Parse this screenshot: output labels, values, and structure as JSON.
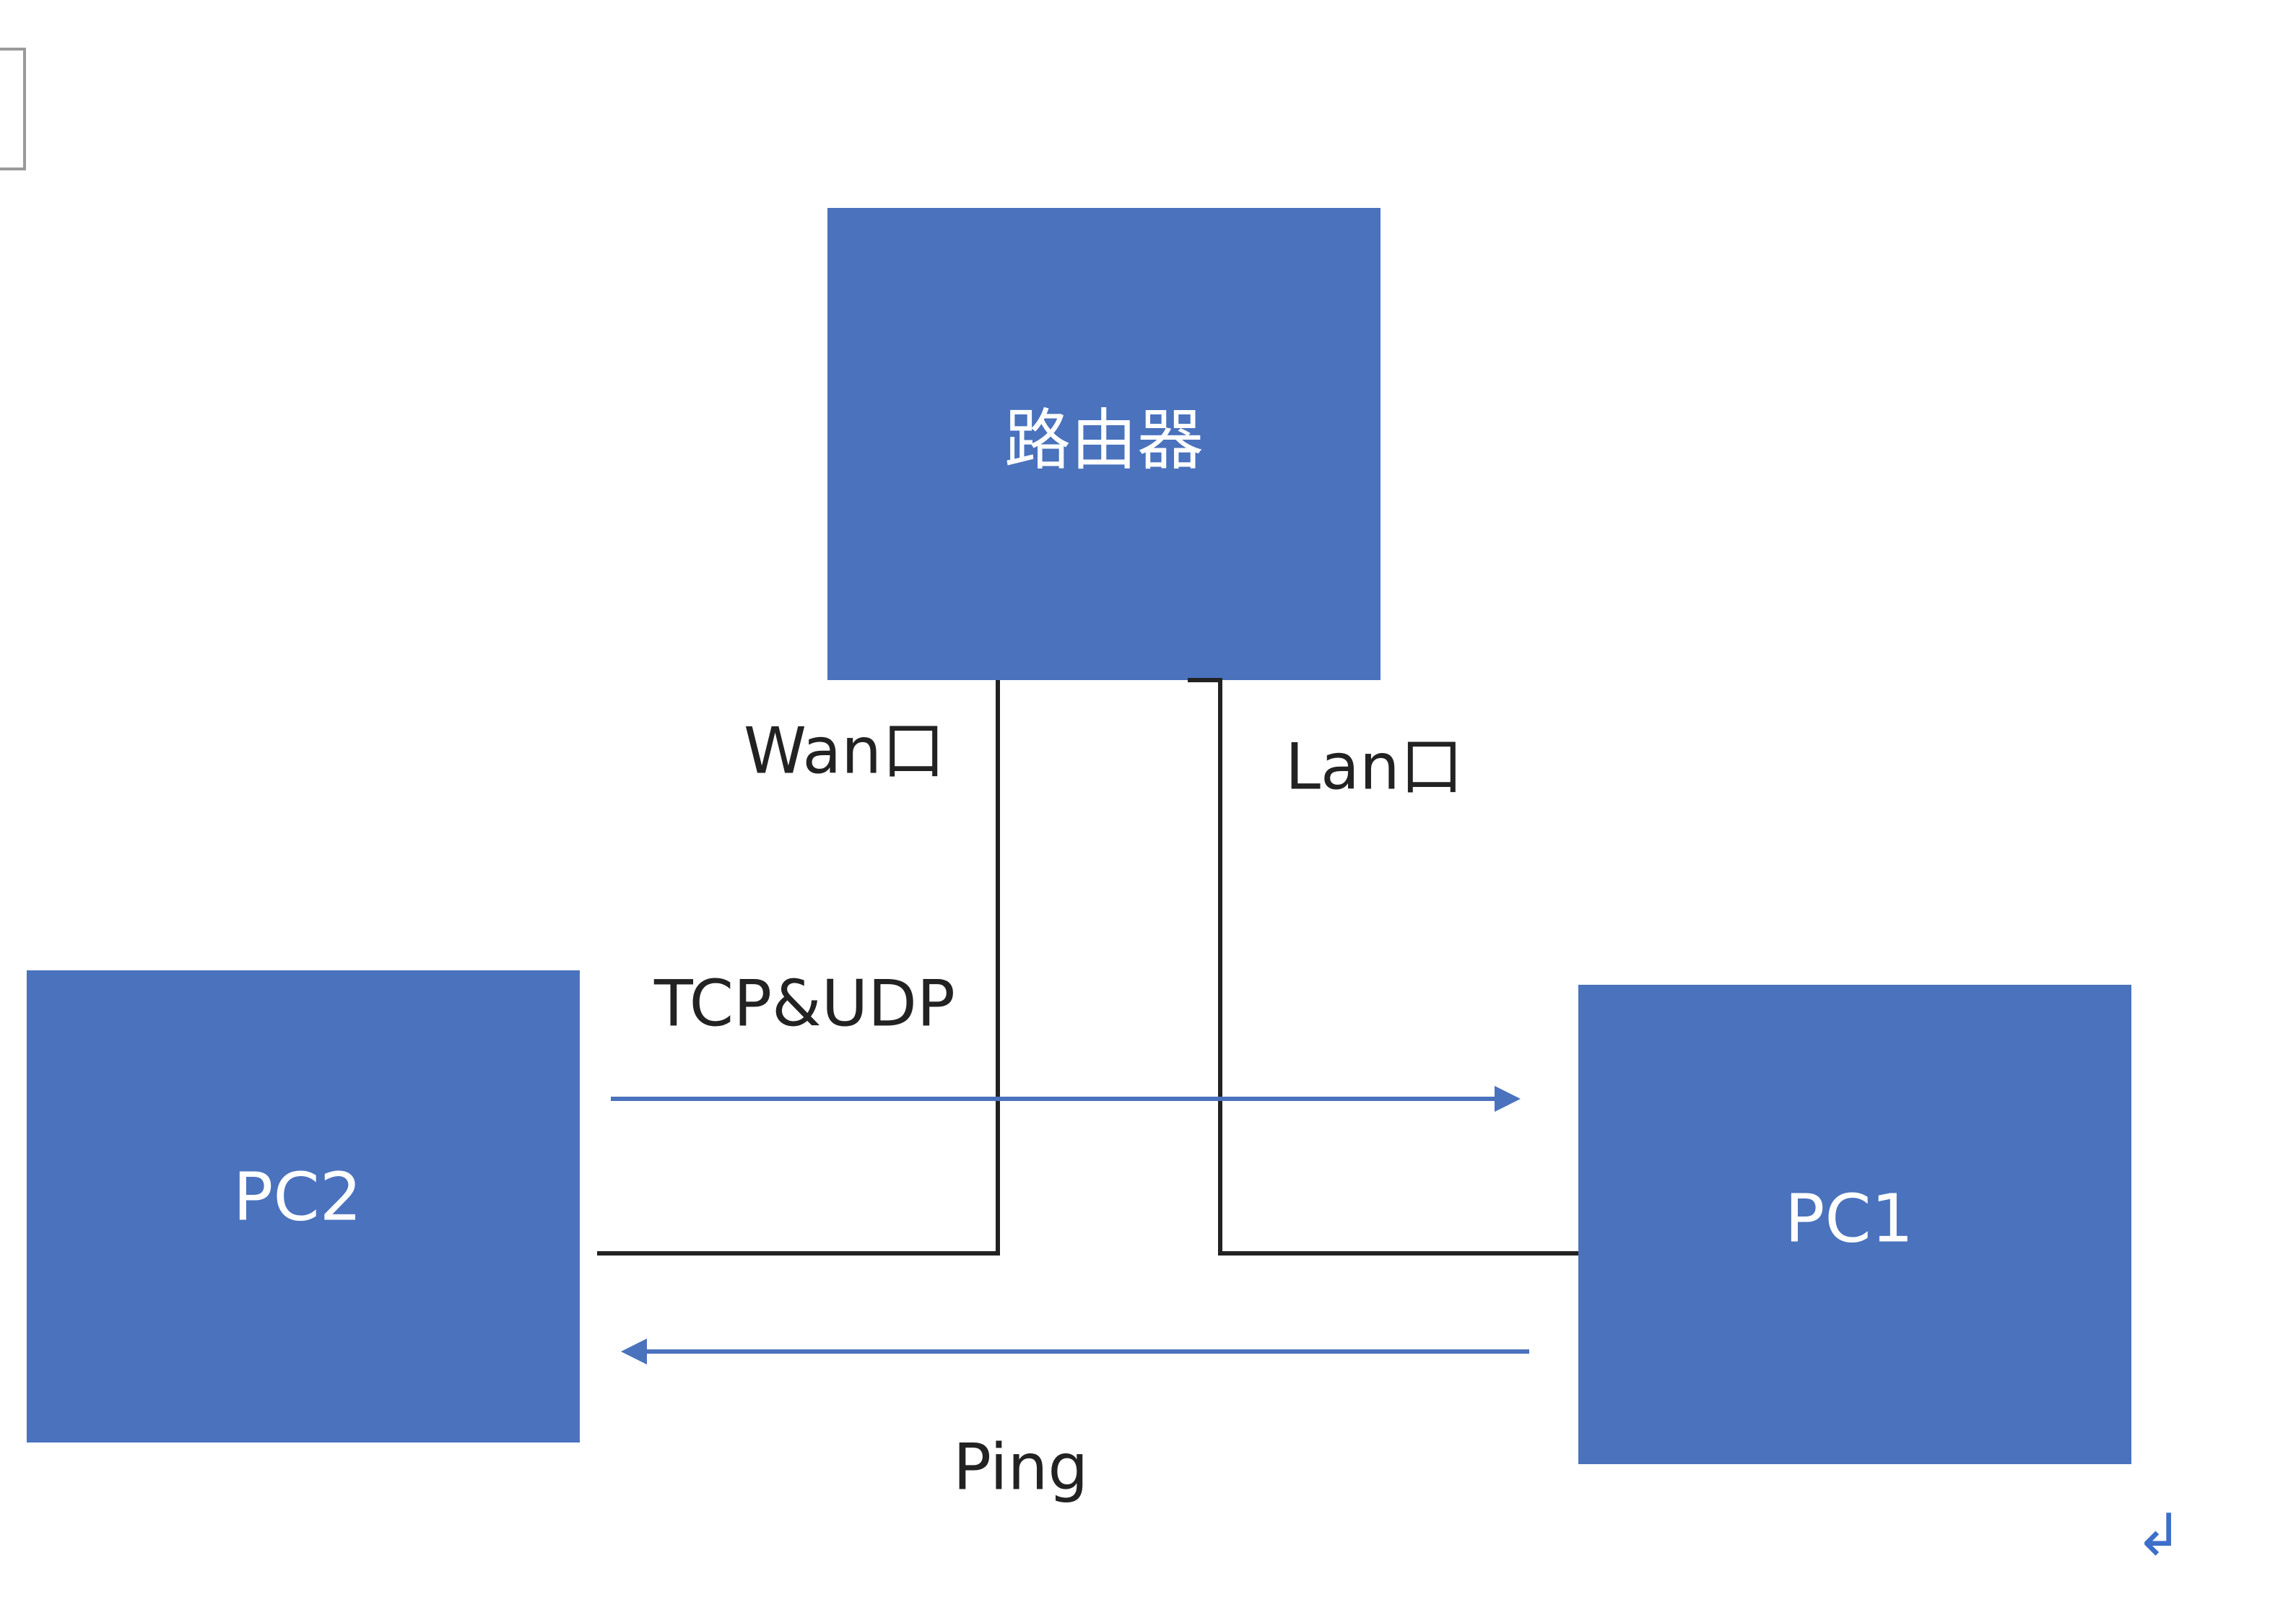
{
  "nodes": {
    "router": {
      "label": "路由器"
    },
    "pc2": {
      "label": "PC2"
    },
    "pc1": {
      "label": "PC1"
    }
  },
  "edges": {
    "wan": {
      "label": "Wan口"
    },
    "lan": {
      "label": "Lan口"
    },
    "tcp_udp": {
      "label": "TCP&UDP"
    },
    "ping": {
      "label": "Ping"
    }
  },
  "colors": {
    "node_fill": "#4a72bd",
    "arrow": "#4a72bd",
    "wire": "#222222"
  },
  "decor": {
    "return_mark": "↲"
  }
}
